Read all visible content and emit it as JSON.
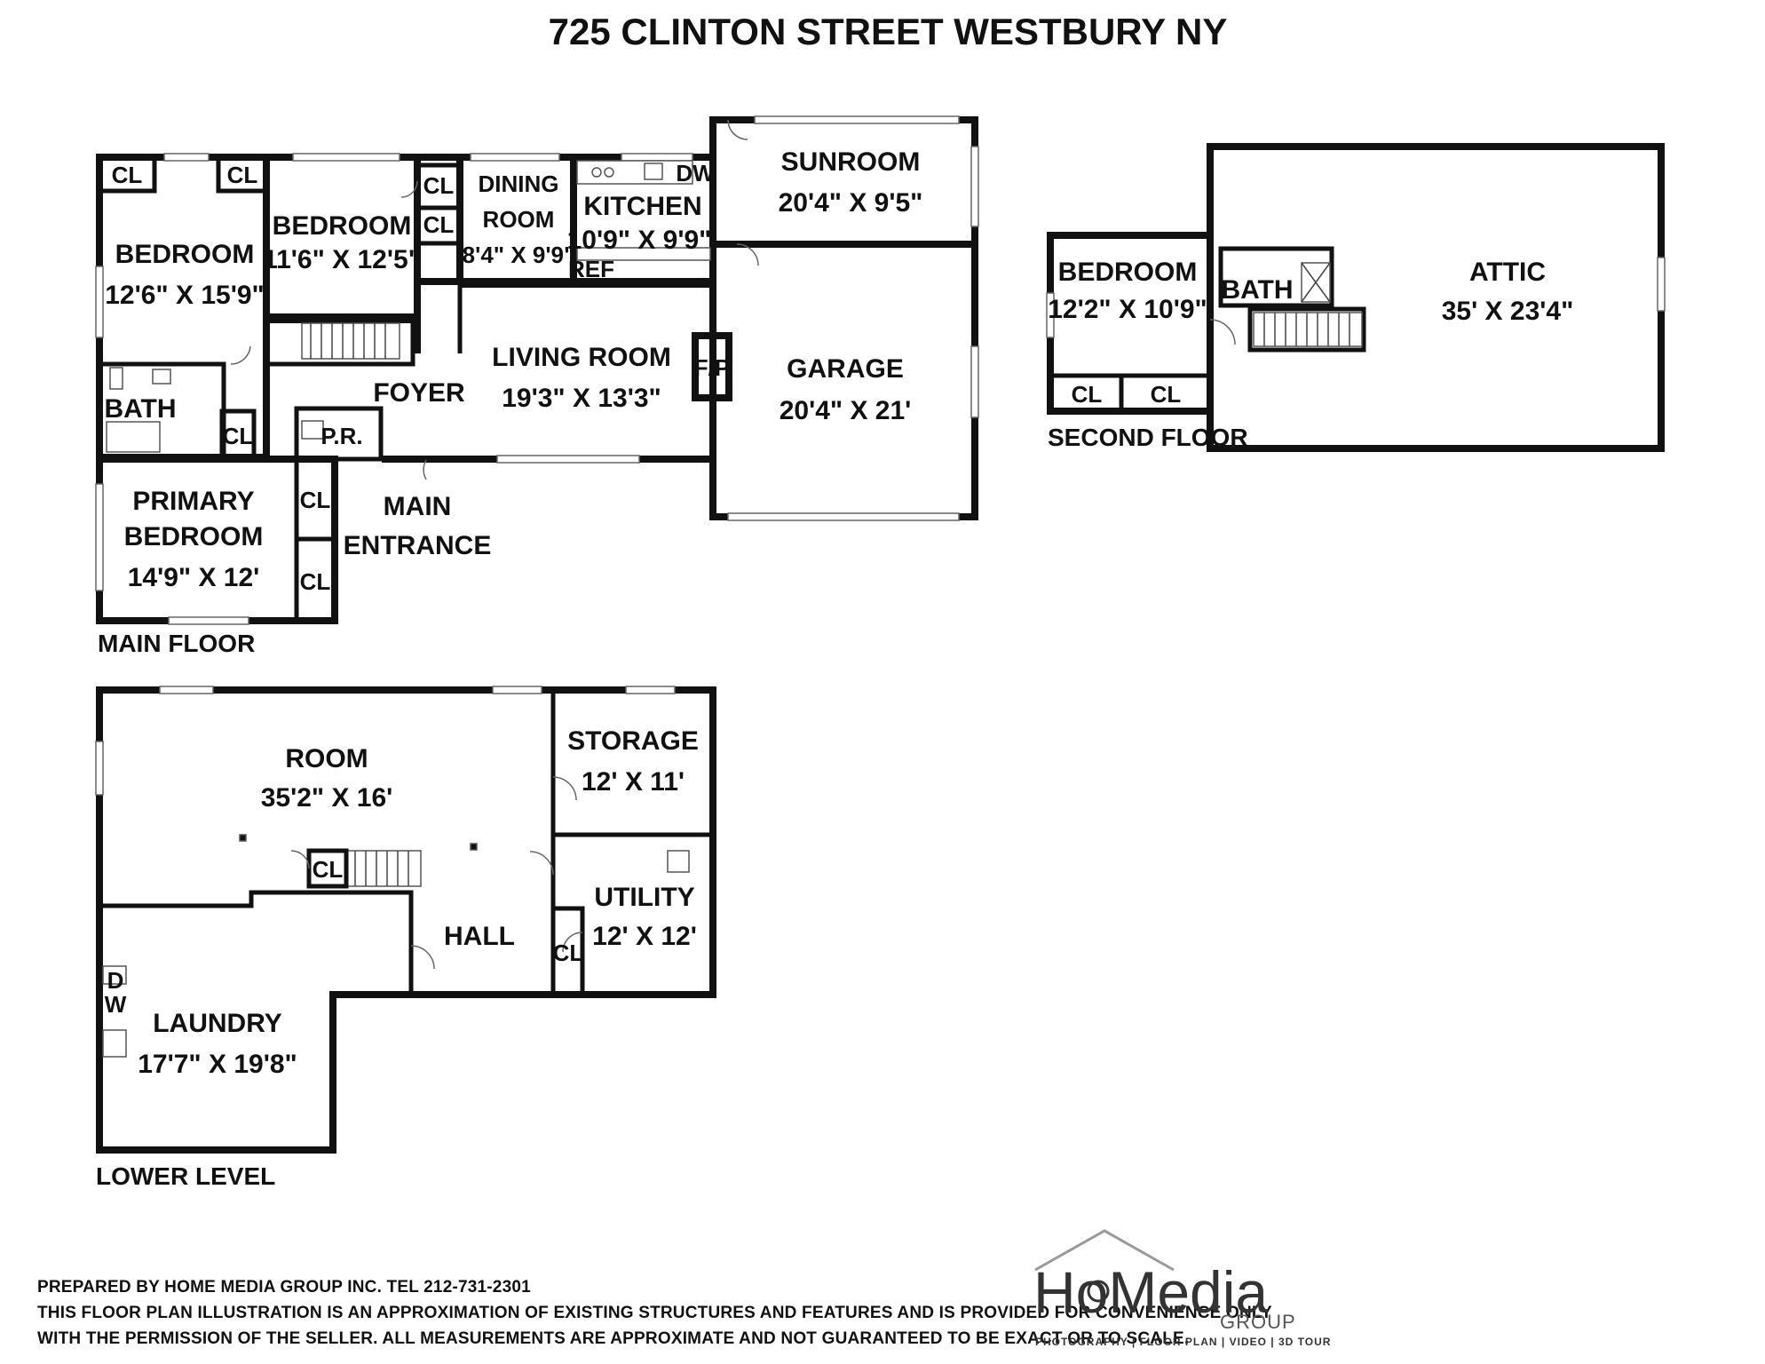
{
  "title": "725 CLINTON STREET WESTBURY NY",
  "floors": {
    "main": "MAIN FLOOR",
    "second": "SECOND FLOOR",
    "lower": "LOWER LEVEL"
  },
  "rooms": {
    "bedroom_1": {
      "name": "BEDROOM",
      "size": "12'6\" X 15'9\""
    },
    "bedroom_2": {
      "name": "BEDROOM",
      "size": "11'6\" X 12'5\""
    },
    "dining": {
      "name1": "DINING",
      "name2": "ROOM",
      "size": "8'4\" X 9'9\""
    },
    "kitchen": {
      "name": "KITCHEN",
      "size": "10'9\" X 9'9\""
    },
    "sunroom": {
      "name": "SUNROOM",
      "size": "20'4\" X 9'5\""
    },
    "living": {
      "name": "LIVING ROOM",
      "size": "19'3\" X 13'3\""
    },
    "garage": {
      "name": "GARAGE",
      "size": "20'4\" X 21'"
    },
    "foyer": {
      "name": "FOYER"
    },
    "bath_main": {
      "name": "BATH"
    },
    "powder": {
      "name": "P.R."
    },
    "primary": {
      "name1": "PRIMARY",
      "name2": "BEDROOM",
      "size": "14'9\" X 12'"
    },
    "main_entrance": {
      "name1": "MAIN",
      "name2": "ENTRANCE"
    },
    "bedroom_up": {
      "name": "BEDROOM",
      "size": "12'2\" X 10'9\""
    },
    "bath_up": {
      "name": "BATH"
    },
    "attic": {
      "name": "ATTIC",
      "size": "35' X 23'4\""
    },
    "room_lower": {
      "name": "ROOM",
      "size": "35'2\" X 16'"
    },
    "storage": {
      "name": "STORAGE",
      "size": "12' X 11'"
    },
    "utility": {
      "name": "UTILITY",
      "size": "12' X 12'"
    },
    "hall": {
      "name": "HALL"
    },
    "laundry": {
      "name": "LAUNDRY",
      "size": "17'7\" X 19'8\""
    }
  },
  "labels": {
    "closet": "CL",
    "dishwasher": "DW",
    "refrigerator": "REF",
    "fireplace": "F/P",
    "dryer_washer_d": "D",
    "dryer_washer_w": "W"
  },
  "footer": {
    "line1": "PREPARED BY  HOME MEDIA GROUP INC.  TEL 212-731-2301",
    "line2": "THIS FLOOR PLAN ILLUSTRATION IS AN APPROXIMATION OF EXISTING STRUCTURES AND FEATURES AND IS PROVIDED FOR CONVENIENCE ONLY",
    "line3": "WITH THE PERMISSION OF THE SELLER. ALL MEASUREMENTS ARE APPROXIMATE AND NOT GUARANTEED TO BE EXACT OR TO SCALE."
  },
  "logo": {
    "wordmark": "HoMedia",
    "group": "GROUP",
    "tagline": "PHOTOGRAPHY | FLOOR PLAN | VIDEO | 3D TOUR"
  }
}
